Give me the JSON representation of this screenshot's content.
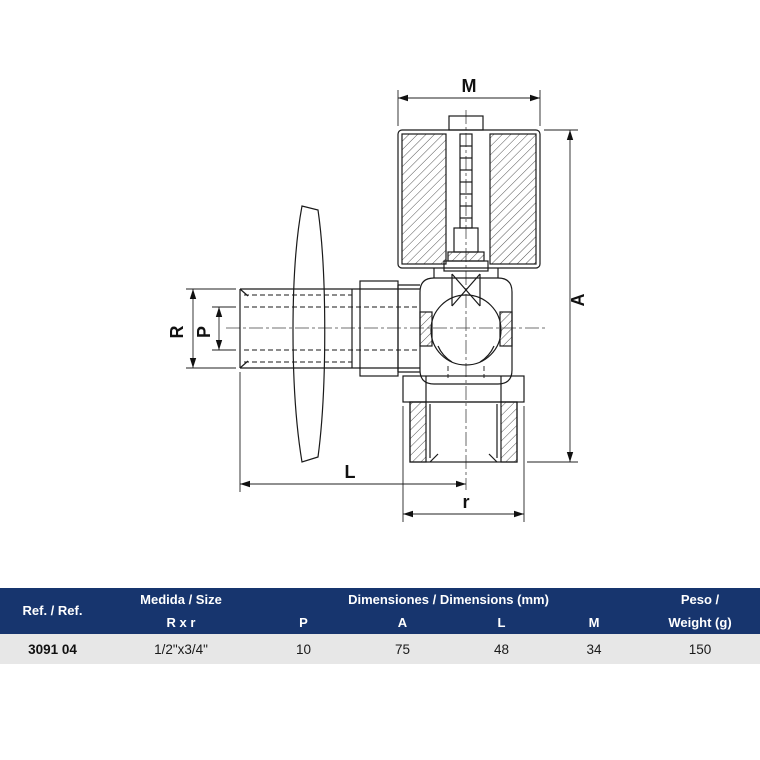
{
  "drawing": {
    "title": "angle-valve-technical-drawing",
    "labels": {
      "M": "M",
      "A": "A",
      "R": "R",
      "P": "P",
      "L": "L",
      "r": "r"
    }
  },
  "table": {
    "header": {
      "ref": "Ref. / Ref.",
      "medida": "Medida /  Size",
      "medida_sub": "R x r",
      "dimensiones": "Dimensiones / Dimensions (mm)",
      "col_p": "P",
      "col_a": "A",
      "col_l": "L",
      "col_m": "M",
      "peso": "Peso /",
      "peso_sub": "Weight  (g)"
    },
    "row": {
      "ref": "3091 04",
      "size": "1/2\"x3/4\"",
      "p": "10",
      "a": "75",
      "l": "48",
      "m": "34",
      "weight": "150"
    },
    "colors": {
      "header_bg": "#17356e",
      "row_bg": "#e7e7e7"
    }
  }
}
